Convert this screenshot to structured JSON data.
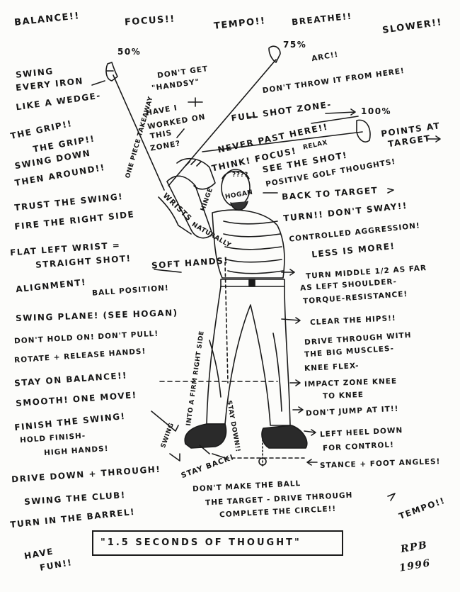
{
  "header": {
    "balance": "BALANCE!!",
    "focus": "FOCUS!!",
    "tempo": "TEMPO!!",
    "breathe": "BREATHE!!",
    "slower": "SLOWER!!"
  },
  "club_marks": {
    "pct50": "50%",
    "pct75": "75%",
    "pct100": "100%",
    "arc": "ARC!!",
    "one_piece": "ONE PIECE TAKEAWAY"
  },
  "left_column": [
    "SWING",
    "EVERY IRON",
    "LIKE A WEDGE-",
    "THE GRIP!!",
    "THE GRIP!!",
    "SWING DOWN",
    "THEN AROUND!!",
    "TRUST THE SWING!",
    "FIRE THE RIGHT SIDE",
    "FLAT LEFT WRIST =",
    "STRAIGHT SHOT!",
    "ALIGNMENT!",
    "BALL POSITION!",
    "SWING PLANE! (SEE HOGAN)",
    "DON'T HOLD ON! DON'T PULL!",
    "ROTATE + RELEASE HANDS!",
    "STAY ON BALANCE!!",
    "SMOOTH! ONE MOVE!",
    "FINISH THE SWING!",
    "HOLD FINISH-",
    "HIGH HANDS!",
    "DRIVE DOWN + THROUGH!",
    "SWING THE CLUB!",
    "TURN IN THE BARREL!",
    "HAVE",
    "FUN!!"
  ],
  "center": {
    "dont_get": "DON'T GET",
    "handsy": "\"HANDSY\"",
    "have_i": "HAVE I",
    "worked_on": "WORKED ON",
    "this": "THIS",
    "zone": "ZONE?",
    "dont_throw": "DON'T THROW IT FROM HERE!",
    "full_shot": "FULL SHOT ZONE-",
    "never_past": "NEVER PAST HERE!!",
    "think": "THINK! FOCUS!",
    "relax": "RELAX",
    "see_shot": "SEE THE SHOT!",
    "positive": "POSITIVE GOLF THOUGHTS!",
    "points_at": "POINTS AT",
    "target": "TARGET",
    "question": "????",
    "hogan": "HOGAN",
    "hinge": "HINGE",
    "wrists": "WRISTS",
    "naturally": "NATURALLY",
    "soft_hands": "SOFT HANDS!",
    "firm_side": "INTO A FIRM RIGHT SIDE",
    "stay_down": "STAY DOWN!!",
    "stay_back": "STAY BACK!",
    "swing_mark": "SWING",
    "dont_make": "DON'T MAKE THE BALL",
    "the_target": "THE TARGET - DRIVE THROUGH",
    "complete": "COMPLETE THE CIRCLE!!"
  },
  "right_column": [
    "BACK TO TARGET",
    "TURN!! DON'T SWAY!!",
    "CONTROLLED AGGRESSION!",
    "LESS IS MORE!",
    "TURN MIDDLE 1/2 AS FAR",
    "AS LEFT SHOULDER-",
    "TORQUE-RESISTANCE!",
    "CLEAR THE HIPS!!",
    "DRIVE THROUGH WITH",
    "THE BIG MUSCLES-",
    "KNEE FLEX-",
    "IMPACT ZONE KNEE",
    "TO KNEE",
    "DON'T JUMP AT IT!!",
    "LEFT HEEL DOWN",
    "FOR CONTROL!",
    "STANCE + FOOT ANGLES!"
  ],
  "footer": {
    "title": "\"1.5 SECONDS OF THOUGHT\"",
    "tempo": "TEMPO!!",
    "initials": "RPB",
    "year": "1996"
  }
}
